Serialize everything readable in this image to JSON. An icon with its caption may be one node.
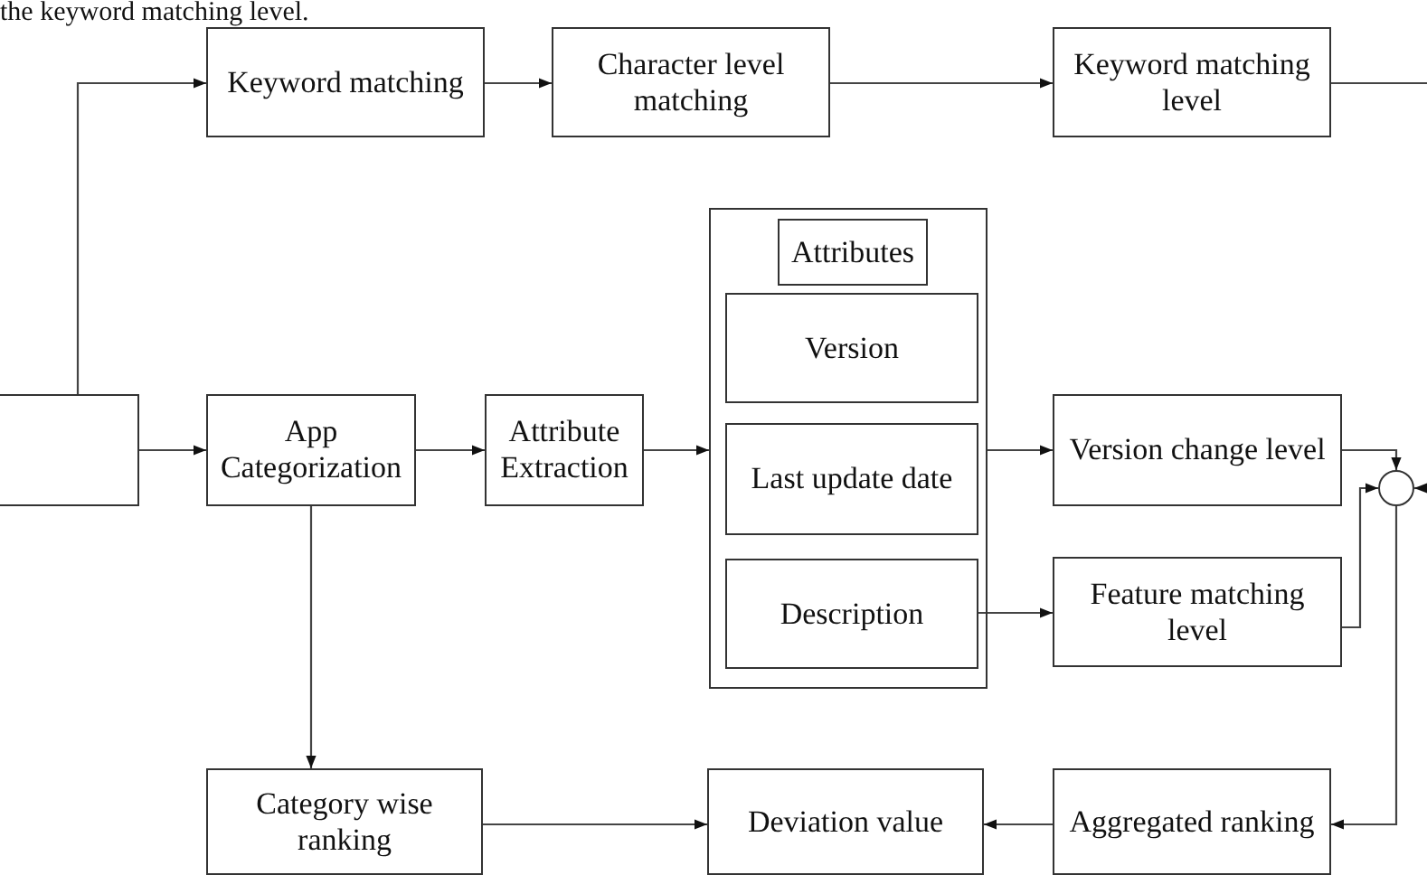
{
  "diagram": {
    "nodes": [
      {
        "text": [
          "Keyword matching"
        ]
      },
      {
        "text": [
          "Character level matching"
        ]
      },
      {
        "text": [
          "Keyword matching level"
        ]
      },
      {
        "text": [],
        "shape": "box"
      },
      {
        "text": [
          "App Categorization"
        ]
      },
      {
        "text": [
          "Attribute Extraction"
        ]
      },
      {
        "text": [],
        "shape": "box"
      },
      {
        "text": [
          "Attributes"
        ],
        "in": 6
      },
      {
        "text": [
          "Version"
        ],
        "in": 6
      },
      {
        "text": [
          "Last update date"
        ],
        "in": 6
      },
      {
        "text": [
          "Description"
        ],
        "in": 6
      },
      {
        "text": [
          "Version change level"
        ]
      },
      {
        "text": [
          "Feature matching level"
        ]
      },
      {
        "text": [],
        "shape": "circle"
      },
      {
        "text": [
          "Category wise ranking"
        ]
      },
      {
        "text": [
          "Deviation value"
        ]
      },
      {
        "text": [
          "Aggregated ranking"
        ]
      }
    ],
    "edges": [
      {
        "from": 3,
        "to": 0,
        "arrow": "to"
      },
      {
        "from": 0,
        "to": 1,
        "arrow": "to"
      },
      {
        "from": 1,
        "to": 2,
        "arrow": "to"
      },
      {
        "from": 2,
        "to": null,
        "arrow": "none"
      },
      {
        "from": 3,
        "to": 4,
        "arrow": "to"
      },
      {
        "from": 4,
        "to": 5,
        "arrow": "to"
      },
      {
        "from": 5,
        "to": 6,
        "arrow": "to"
      },
      {
        "from": 6,
        "to": 11,
        "arrow": "to"
      },
      {
        "from": 10,
        "to": 12,
        "arrow": "to"
      },
      {
        "from": 11,
        "to": 13,
        "arrow": "to"
      },
      {
        "from": 12,
        "to": 13,
        "arrow": "to"
      },
      {
        "from": null,
        "to": 13,
        "arrow": "to"
      },
      {
        "from": 13,
        "to": 16,
        "arrow": "to"
      },
      {
        "from": 16,
        "to": 15,
        "arrow": "to"
      },
      {
        "from": 14,
        "to": 15,
        "arrow": "to"
      },
      {
        "from": 4,
        "to": 14,
        "arrow": "to"
      }
    ],
    "labels": [
      "the keyword matching level."
    ]
  }
}
